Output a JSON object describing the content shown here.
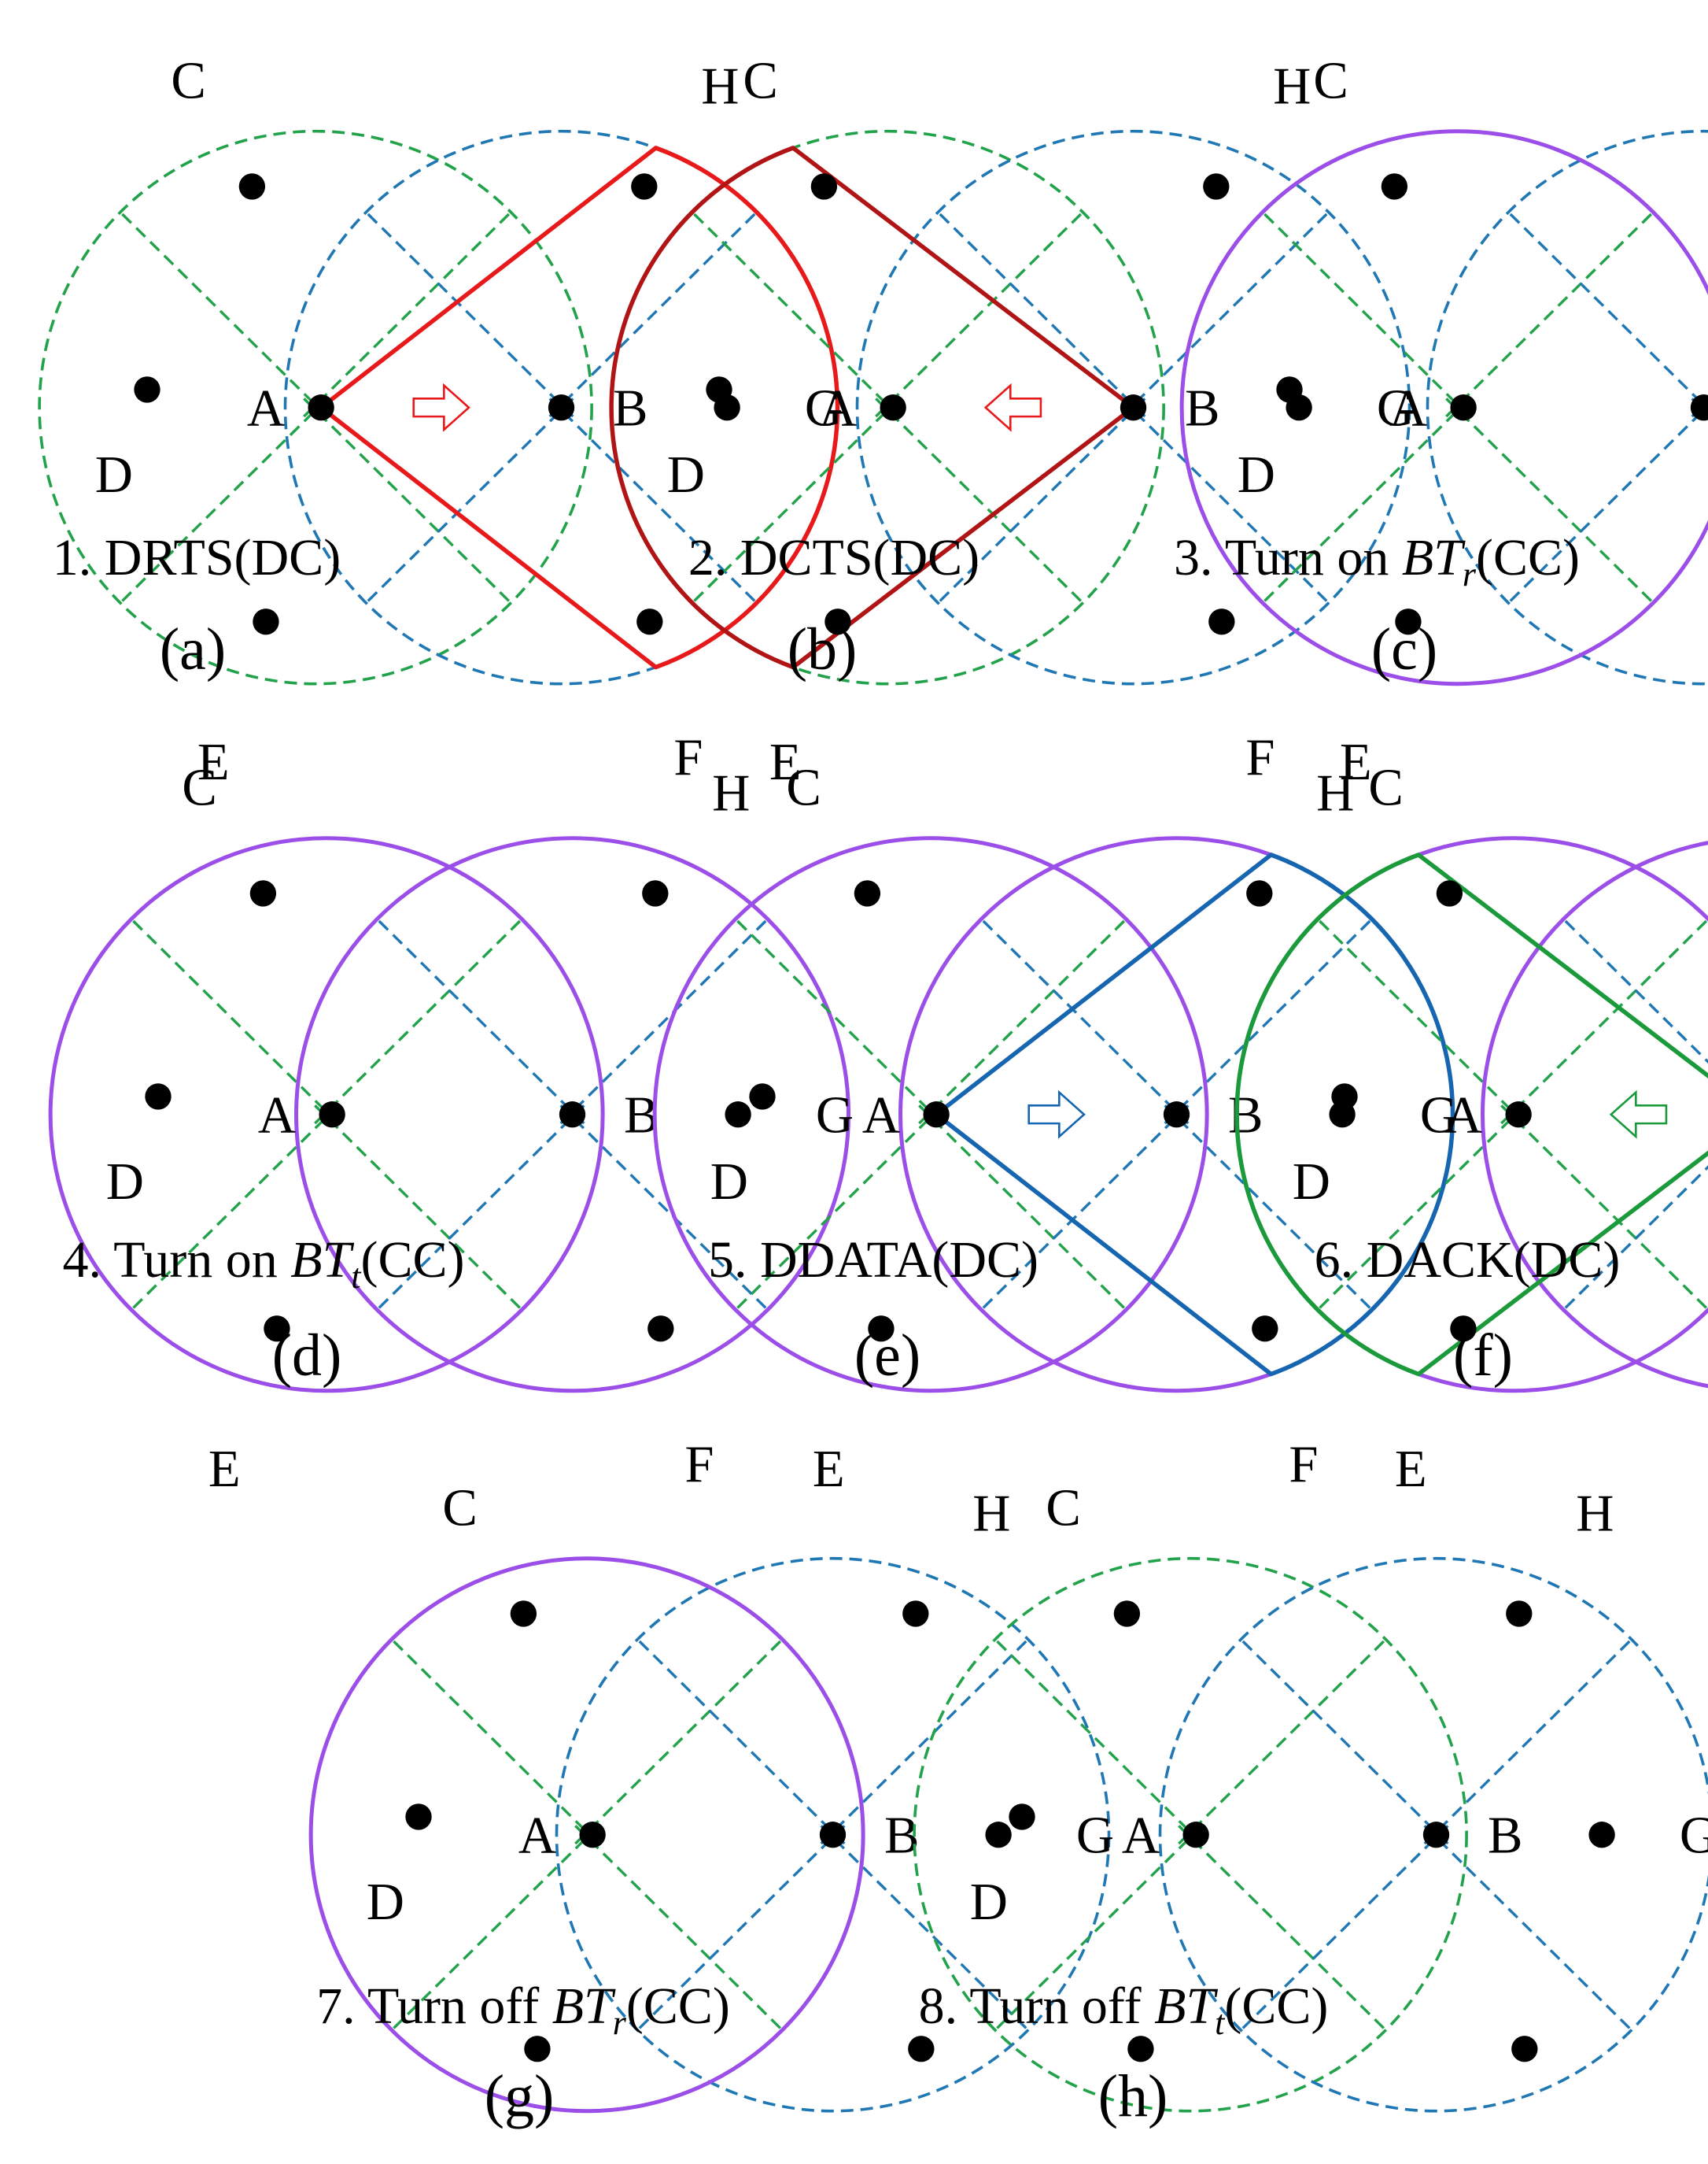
{
  "colors": {
    "green": "#22a24a",
    "blue": "#1f77b4",
    "red": "#e8191a",
    "darkred": "#b01414",
    "purple": "#9b4ee8",
    "deepblue": "#1565b0",
    "deepgreen": "#1a9a3a",
    "black": "#000000"
  },
  "panels": [
    {
      "id": "a",
      "tag": "(a)",
      "caption": {
        "pre": "1. DRTS(DC)",
        "em": "",
        "sub": "",
        "post": ""
      }
    },
    {
      "id": "b",
      "tag": "(b)",
      "caption": {
        "pre": "2. DCTS(DC)",
        "em": "",
        "sub": "",
        "post": ""
      }
    },
    {
      "id": "c",
      "tag": "(c)",
      "caption": {
        "pre": "3. Turn on ",
        "em": "BT",
        "sub": "r",
        "post": "(CC)"
      }
    },
    {
      "id": "d",
      "tag": "(d)",
      "caption": {
        "pre": "4. Turn on ",
        "em": "BT",
        "sub": "t",
        "post": "(CC)"
      }
    },
    {
      "id": "e",
      "tag": "(e)",
      "caption": {
        "pre": "5. DDATA(DC)",
        "em": "",
        "sub": "",
        "post": ""
      }
    },
    {
      "id": "f",
      "tag": "(f)",
      "caption": {
        "pre": "6. DACK(DC)",
        "em": "",
        "sub": "",
        "post": ""
      }
    },
    {
      "id": "g",
      "tag": "(g)",
      "caption": {
        "pre": "7. Turn off ",
        "em": "BT",
        "sub": "r",
        "post": "(CC)"
      }
    },
    {
      "id": "h",
      "tag": "(h)",
      "caption": {
        "pre": "8. Turn off ",
        "em": "BT",
        "sub": "t",
        "post": "(CC)"
      }
    }
  ],
  "nodes": {
    "A": "A",
    "B": "B",
    "C": "C",
    "D": "D",
    "E": "E",
    "F": "F",
    "G": "G",
    "H": "H"
  }
}
